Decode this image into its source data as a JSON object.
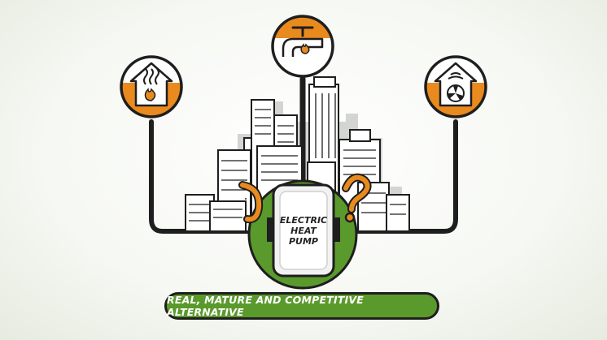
{
  "heat_pump": {
    "label_lines": [
      "ELECTRIC",
      "HEAT",
      "PUMP"
    ]
  },
  "banner": {
    "text": "REAL, MATURE AND COMPETITIVE ALTERNATIVE"
  },
  "icons": {
    "left": "house-heating-icon",
    "center": "faucet-hot-water-icon",
    "right": "house-ventilation-icon"
  },
  "colors": {
    "accent_orange": "#e98a1f",
    "green": "#5a9a2c",
    "dark_outline": "#1e1e1e",
    "city_gray": "#c9ccc9"
  }
}
